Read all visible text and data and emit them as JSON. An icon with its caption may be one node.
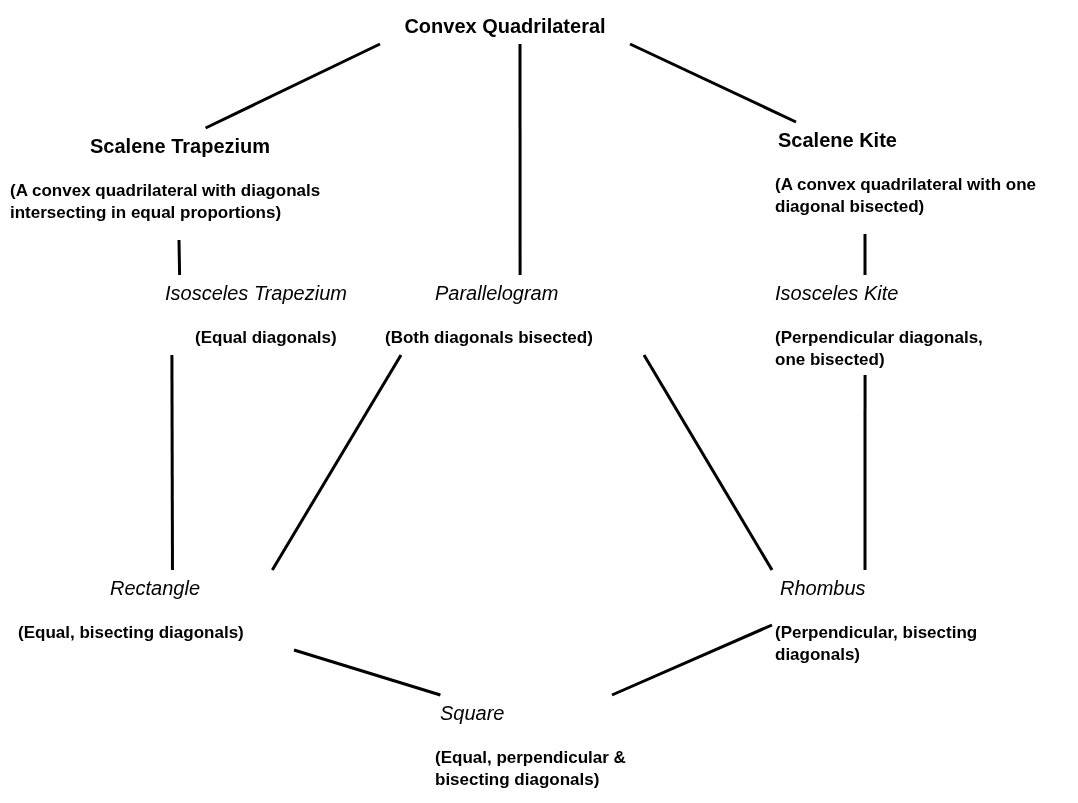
{
  "diagram": {
    "nodes": [
      {
        "text": [
          "Convex Quadrilateral"
        ]
      },
      {
        "text": [
          "Scalene Trapezium",
          "(A convex quadrilateral with diagonals intersecting in equal proportions)"
        ]
      },
      {
        "text": [
          "Scalene Kite",
          "(A convex quadrilateral with one diagonal bisected)"
        ]
      },
      {
        "text": [
          "Isosceles Trapezium",
          "(Equal diagonals)"
        ]
      },
      {
        "text": [
          "Parallelogram",
          "(Both diagonals bisected)"
        ]
      },
      {
        "text": [
          "Isosceles Kite",
          "(Perpendicular diagonals, one bisected)"
        ]
      },
      {
        "text": [
          "Rectangle",
          "(Equal, bisecting diagonals)"
        ]
      },
      {
        "text": [
          "Rhombus",
          "(Perpendicular, bisecting diagonals)"
        ]
      },
      {
        "text": [
          "Square",
          "(Equal, perpendicular & bisecting diagonals)"
        ]
      }
    ],
    "edges": [
      {
        "from": 0,
        "to": 1,
        "arrow": "none"
      },
      {
        "from": 0,
        "to": 4,
        "arrow": "none"
      },
      {
        "from": 0,
        "to": 2,
        "arrow": "none"
      },
      {
        "from": 1,
        "to": 3,
        "arrow": "none"
      },
      {
        "from": 2,
        "to": 5,
        "arrow": "none"
      },
      {
        "from": 3,
        "to": 6,
        "arrow": "none"
      },
      {
        "from": 4,
        "to": 6,
        "arrow": "none"
      },
      {
        "from": 4,
        "to": 7,
        "arrow": "none"
      },
      {
        "from": 5,
        "to": 7,
        "arrow": "none"
      },
      {
        "from": 6,
        "to": 8,
        "arrow": "none"
      },
      {
        "from": 7,
        "to": 8,
        "arrow": "none"
      }
    ]
  }
}
